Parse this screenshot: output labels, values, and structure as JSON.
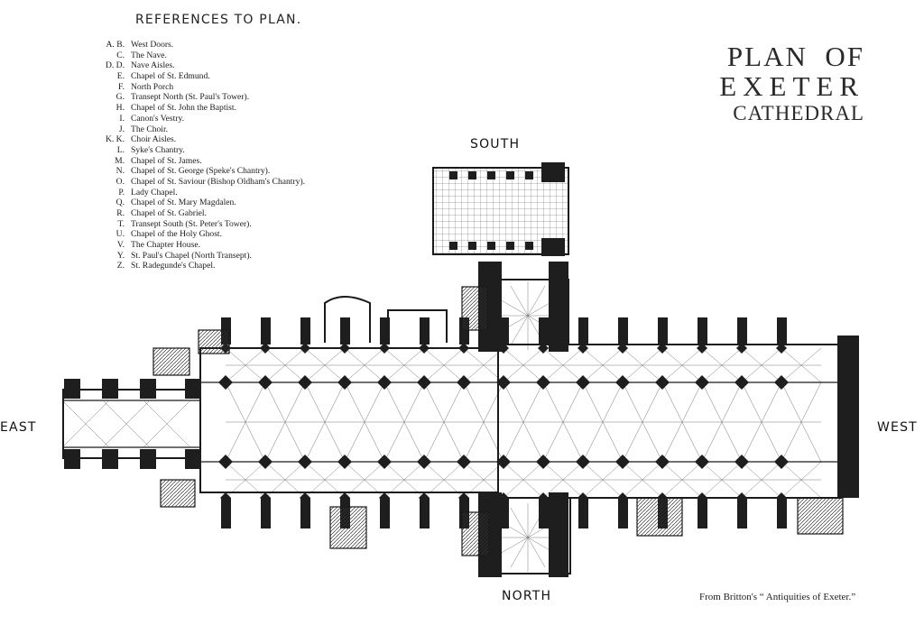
{
  "title": {
    "line1": "PLAN  OF",
    "line2": "EXETER",
    "line3": "CATHEDRAL"
  },
  "references": {
    "heading": "REFERENCES TO PLAN.",
    "items": [
      {
        "letter": "A. B.",
        "text": "West Doors."
      },
      {
        "letter": "C.",
        "text": "The Nave."
      },
      {
        "letter": "D. D.",
        "text": "Nave Aisles."
      },
      {
        "letter": "E.",
        "text": "Chapel of St. Edmund."
      },
      {
        "letter": "F.",
        "text": "North Porch"
      },
      {
        "letter": "G.",
        "text": "Transept North (St. Paul's Tower)."
      },
      {
        "letter": "H.",
        "text": "Chapel of St. John the Baptist."
      },
      {
        "letter": "I.",
        "text": "Canon's Vestry."
      },
      {
        "letter": "J.",
        "text": "The Choir."
      },
      {
        "letter": "K. K.",
        "text": "Choir Aisles."
      },
      {
        "letter": "L.",
        "text": "Syke's Chantry."
      },
      {
        "letter": "M.",
        "text": "Chapel of St. James."
      },
      {
        "letter": "N.",
        "text": "Chapel of St. George (Speke's Chantry)."
      },
      {
        "letter": "O.",
        "text": "Chapel of St. Saviour (Bishop Oldham's Chantry)."
      },
      {
        "letter": "P.",
        "text": "Lady Chapel."
      },
      {
        "letter": "Q.",
        "text": "Chapel of St. Mary Magdalen."
      },
      {
        "letter": "R.",
        "text": "Chapel of St. Gabriel."
      },
      {
        "letter": "T.",
        "text": "Transept South (St. Peter's Tower)."
      },
      {
        "letter": "U.",
        "text": "Chapel of the Holy Ghost."
      },
      {
        "letter": "V.",
        "text": "The Chapter House."
      },
      {
        "letter": "Y.",
        "text": "St. Paul's Chapel (North Transept)."
      },
      {
        "letter": "Z.",
        "text": "St. Radegunde's Chapel."
      }
    ]
  },
  "compass": {
    "south": "SOUTH",
    "north": "NORTH",
    "east": "EAST",
    "west": "WEST"
  },
  "credit": "From Britton's “ Antiquities of Exeter.”",
  "colors": {
    "ink": "#1a1a1a",
    "paper": "#ffffff",
    "fill": "#2b2b2b"
  }
}
